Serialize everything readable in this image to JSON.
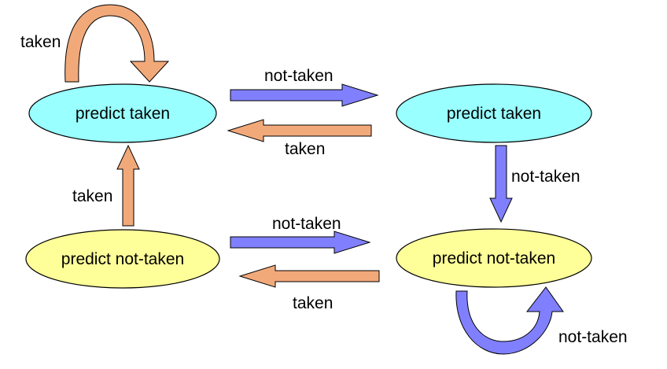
{
  "colors": {
    "taken_state": "#99ffff",
    "not_taken_state": "#ffff99",
    "taken_arrow": "#f2a97a",
    "not_taken_arrow": "#8080ff"
  },
  "states": {
    "top_left": "predict taken",
    "top_right": "predict taken",
    "bottom_left": "predict not-taken",
    "bottom_right": "predict not-taken"
  },
  "edges": {
    "self_loop_top_left": "taken",
    "top_left_to_top_right": "not-taken",
    "top_right_to_top_left": "taken",
    "top_right_to_bottom_right": "not-taken",
    "bottom_left_to_top_left": "taken",
    "bottom_left_to_bottom_right": "not-taken",
    "bottom_right_to_bottom_left": "taken",
    "self_loop_bottom_right": "not-taken"
  }
}
